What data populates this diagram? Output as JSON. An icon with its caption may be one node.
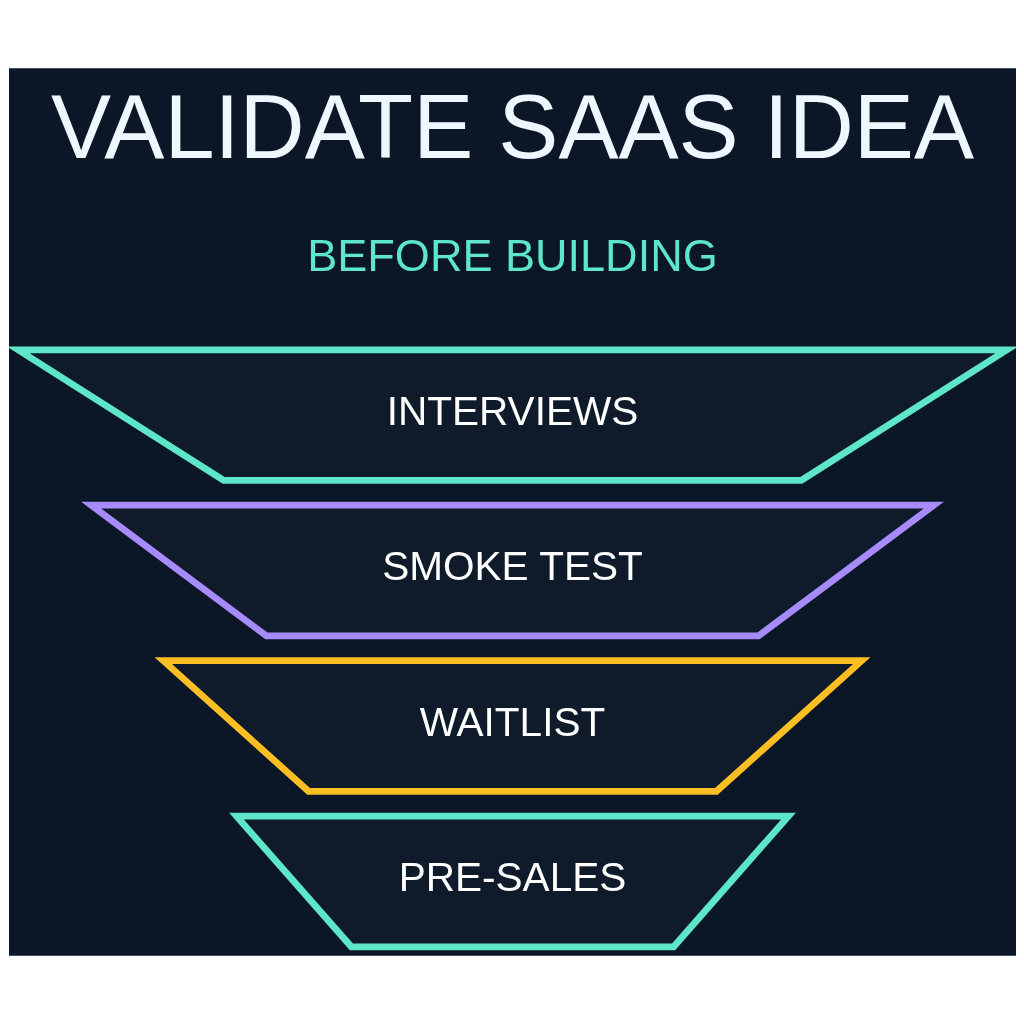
{
  "diagram": {
    "title": "VALIDATE SAAS IDEA",
    "nodes": [
      {
        "text": [
          "INTERVIEWS"
        ]
      },
      {
        "text": [
          "SMOKE TEST"
        ]
      },
      {
        "text": [
          "WAITLIST"
        ]
      },
      {
        "text": [
          "PRE-SALES"
        ]
      }
    ],
    "labels": [
      "BEFORE BUILDING"
    ]
  }
}
